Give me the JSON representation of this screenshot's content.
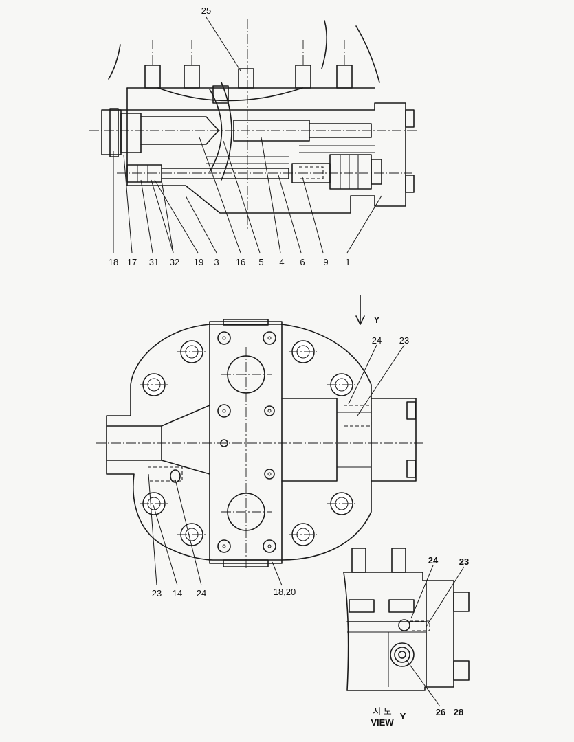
{
  "section_view": {
    "callouts": [
      "25",
      "18",
      "17",
      "31",
      "32",
      "19",
      "3",
      "16",
      "5",
      "4",
      "6",
      "9",
      "1"
    ]
  },
  "plan_view": {
    "arrow_label": "Y",
    "callouts": [
      "24",
      "23",
      "23",
      "14",
      "24",
      "18,20"
    ]
  },
  "view_y": {
    "callouts": [
      "24",
      "23",
      "26",
      "28"
    ],
    "caption_korean": "시 도",
    "caption": "VIEW",
    "caption_letter": "Y"
  }
}
